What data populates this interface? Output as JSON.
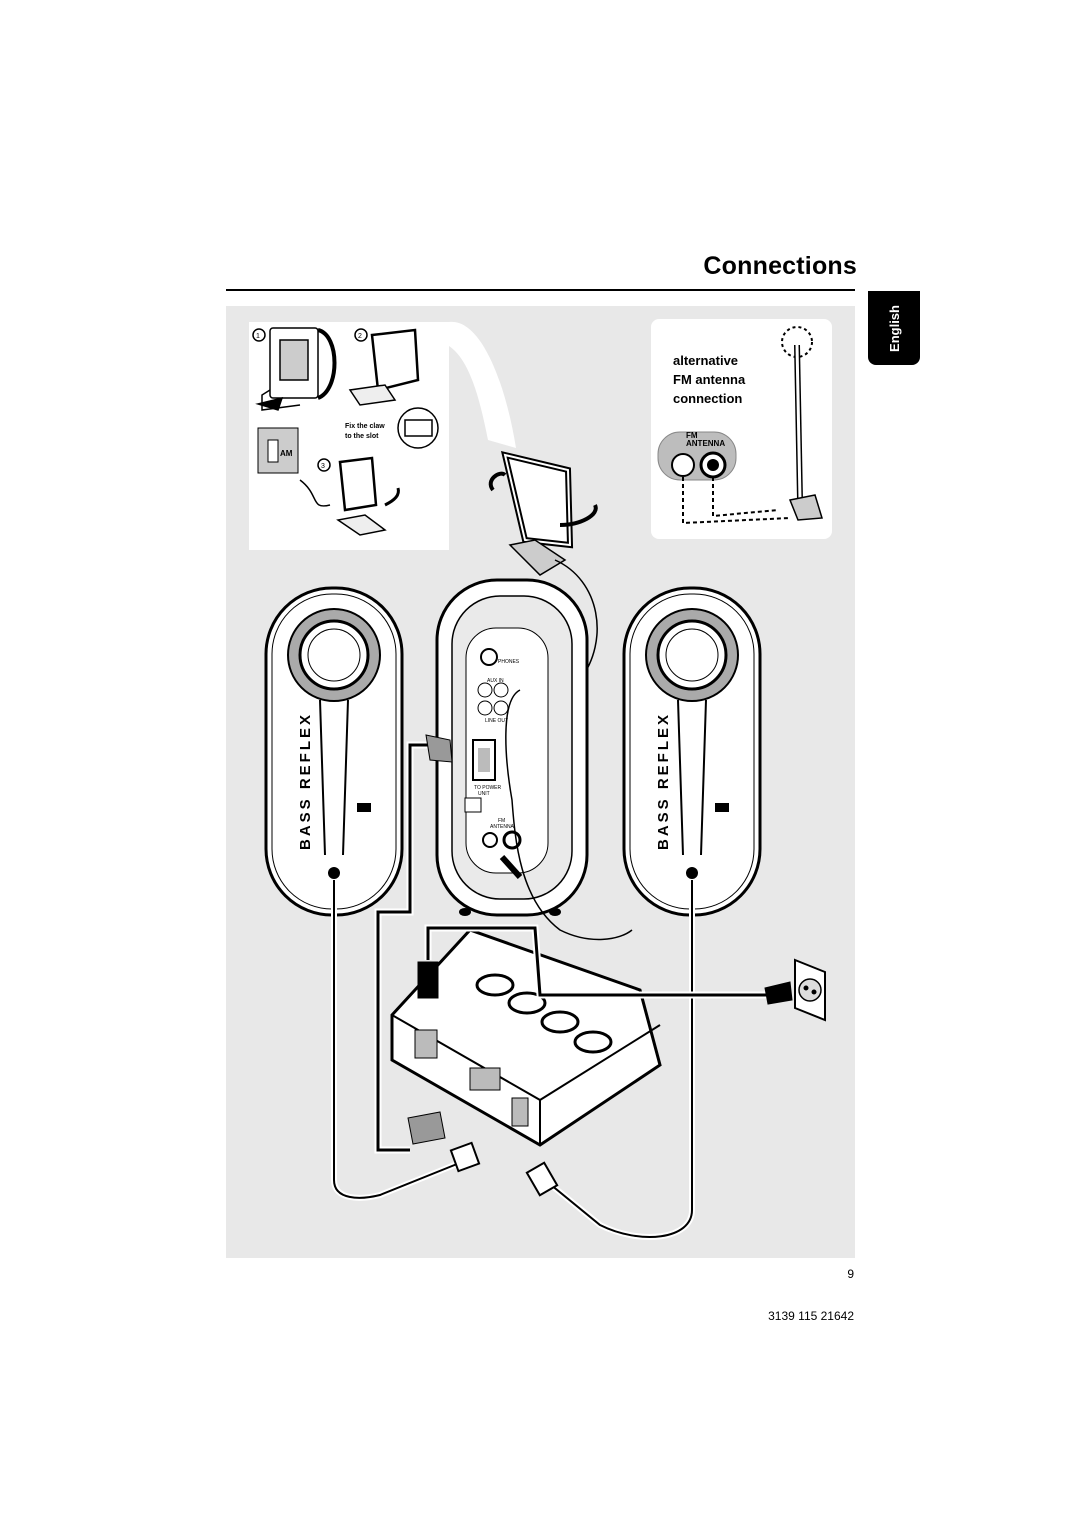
{
  "header": {
    "title": "Connections"
  },
  "language_tab": {
    "label": "English"
  },
  "am_antenna_box": {
    "steps": [
      "1",
      "2",
      "3"
    ],
    "claw_note_line1": "Fix the claw",
    "claw_note_line2": "to the slot",
    "socket_label": "AM"
  },
  "fm_box": {
    "caption": [
      "alternative",
      "FM antenna",
      "connection"
    ],
    "socket_label_line1": "FM",
    "socket_label_line2": "ANTENNA"
  },
  "subwoofer_panel": {
    "phones_label": "PHONES",
    "aux_label": "AUX IN",
    "line_out_label": "LINE OUT",
    "power_label_line1": "TO POWER",
    "power_label_line2": "UNIT",
    "fm_label_line1": "FM",
    "fm_label_line2": "ANTENNA"
  },
  "speakers": {
    "left_text": "BASS REFLEX",
    "right_text": "BASS REFLEX"
  },
  "footer": {
    "page_number": "9",
    "document_code": "3139 115 21642"
  },
  "colors": {
    "panel_bg": "#e8e8e8",
    "tab_bg": "#000000"
  }
}
